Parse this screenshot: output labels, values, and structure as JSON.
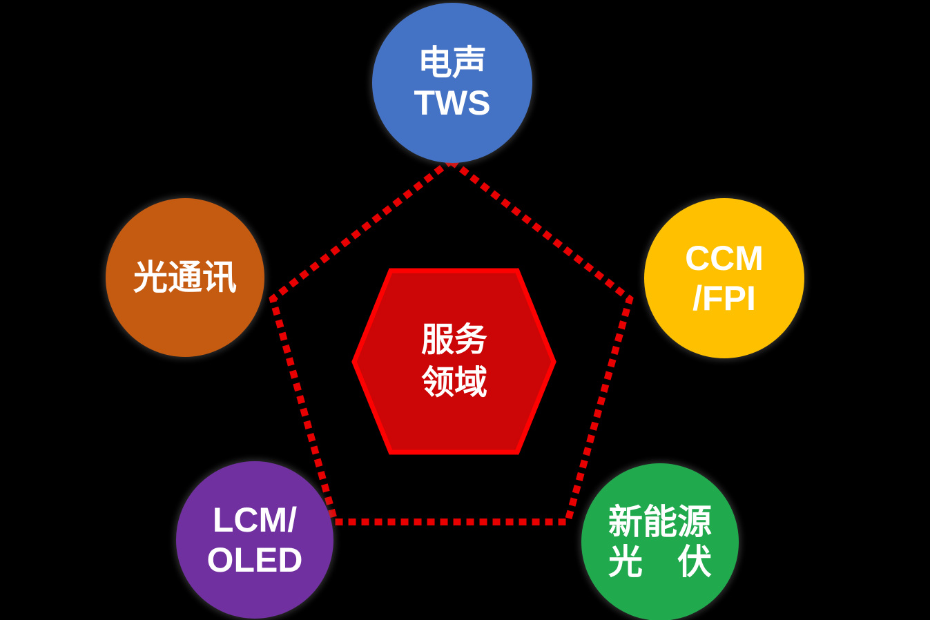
{
  "diagram": {
    "type": "pentagon-hub-diagram",
    "background_color": "#000000",
    "center": {
      "label": "服务领域",
      "lines": [
        "服务",
        "领域"
      ],
      "shape": "hexagon",
      "fill_color": "#CC0606",
      "border_color": "#FF0000",
      "text_color": "#FFFFFF"
    },
    "pentagon": {
      "style": "dashed",
      "color": "#E80000"
    },
    "nodes": [
      {
        "id": "tws",
        "position": "top",
        "lines": [
          "电声",
          "TWS"
        ],
        "color": "#4472C4",
        "text_color": "#FFFFFF"
      },
      {
        "id": "ccm-fpi",
        "position": "right",
        "lines": [
          "CCM",
          "/FPI"
        ],
        "color": "#FFC000",
        "text_color": "#FFFFFF"
      },
      {
        "id": "new-energy-pv",
        "position": "bottom-right",
        "lines": [
          "新能源",
          "光　伏"
        ],
        "color": "#21A94E",
        "text_color": "#FFFFFF"
      },
      {
        "id": "lcm-oled",
        "position": "bottom-left",
        "lines": [
          "LCM/",
          "OLED"
        ],
        "color": "#7030A0",
        "text_color": "#FFFFFF"
      },
      {
        "id": "optical-comm",
        "position": "left",
        "lines": [
          "光通讯"
        ],
        "color": "#C55A11",
        "text_color": "#FFFFFF"
      }
    ]
  }
}
